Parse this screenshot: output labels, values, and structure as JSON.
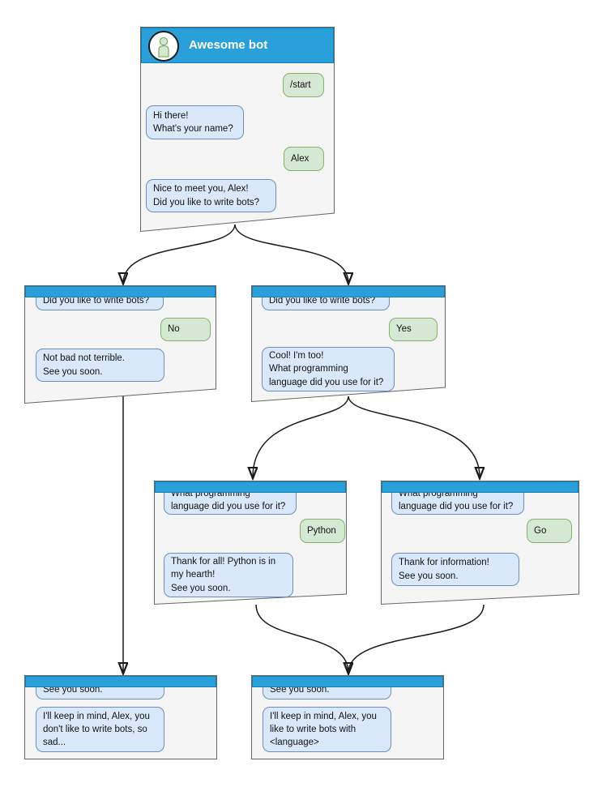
{
  "colors": {
    "header_blue": "#29A0DA",
    "window_bg": "#F5F5F5",
    "window_border": "#666666",
    "bubble_blue_fill": "#DAE8FC",
    "bubble_blue_border": "#6C8EBF",
    "bubble_green_fill": "#D5E8D4",
    "bubble_green_border": "#82B366",
    "arrow": "#1A1A1A"
  },
  "icons": {
    "avatar": "person-icon"
  },
  "windows": {
    "main": {
      "title": "Awesome bot",
      "bubbles": [
        {
          "from": "user",
          "text": "/start"
        },
        {
          "from": "bot",
          "text": "Hi there!\nWhat's your name?"
        },
        {
          "from": "user",
          "text": "Alex"
        },
        {
          "from": "bot",
          "text": "Nice to meet you, Alex!\nDid you like to write bots?"
        }
      ]
    },
    "branch_no": {
      "bubbles": [
        {
          "from": "bot",
          "text": "Did you like to write bots?"
        },
        {
          "from": "user",
          "text": "No"
        },
        {
          "from": "bot",
          "text": "Not bad not terrible.\nSee you soon."
        }
      ]
    },
    "branch_yes": {
      "bubbles": [
        {
          "from": "bot",
          "text": "Did you like to write bots?"
        },
        {
          "from": "user",
          "text": "Yes"
        },
        {
          "from": "bot",
          "text": "Cool! I'm too!\nWhat programming\nlanguage did you use for it?"
        }
      ]
    },
    "branch_python": {
      "bubbles": [
        {
          "from": "bot",
          "text": "What programming\nlanguage did you use for it?"
        },
        {
          "from": "user",
          "text": "Python"
        },
        {
          "from": "bot",
          "text": "Thank for all! Python is in\nmy hearth!\nSee you soon."
        }
      ]
    },
    "branch_go": {
      "bubbles": [
        {
          "from": "bot",
          "text": "What programming\nlanguage did you use for it?"
        },
        {
          "from": "user",
          "text": "Go"
        },
        {
          "from": "bot",
          "text": "Thank for information!\nSee you soon."
        }
      ]
    },
    "end_no": {
      "bubbles": [
        {
          "from": "bot",
          "text": "See you soon."
        },
        {
          "from": "bot",
          "text": "I'll keep in mind, Alex, you\ndon't like to write bots, so\nsad..."
        }
      ]
    },
    "end_yes": {
      "bubbles": [
        {
          "from": "bot",
          "text": "See you soon."
        },
        {
          "from": "bot",
          "text": "I'll keep in mind, Alex, you\nlike to write bots with\n<language>"
        }
      ]
    }
  }
}
